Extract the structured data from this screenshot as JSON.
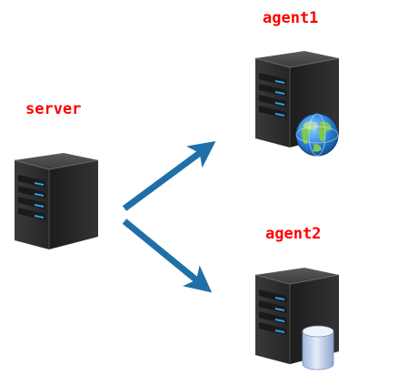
{
  "nodes": {
    "server": {
      "label": "server",
      "icon": "server-tower-icon"
    },
    "agent1": {
      "label": "agent1",
      "icon": "server-tower-icon",
      "badge_icon": "globe-icon"
    },
    "agent2": {
      "label": "agent2",
      "icon": "server-tower-icon",
      "badge_icon": "database-cylinder-icon"
    }
  },
  "edges": [
    {
      "from": "server",
      "to": "agent1",
      "icon": "arrow-icon"
    },
    {
      "from": "server",
      "to": "agent2",
      "icon": "arrow-icon"
    }
  ],
  "colors": {
    "label": "#ff0000",
    "arrow": "#1f6fa8",
    "server_dark": "#2e2e2e",
    "server_light": "#4a4a4a",
    "server_slot_led": "#2aa3e8",
    "globe_ocean": "#2a7fd4",
    "globe_land": "#7ec850",
    "database": "#b7c9e6"
  }
}
